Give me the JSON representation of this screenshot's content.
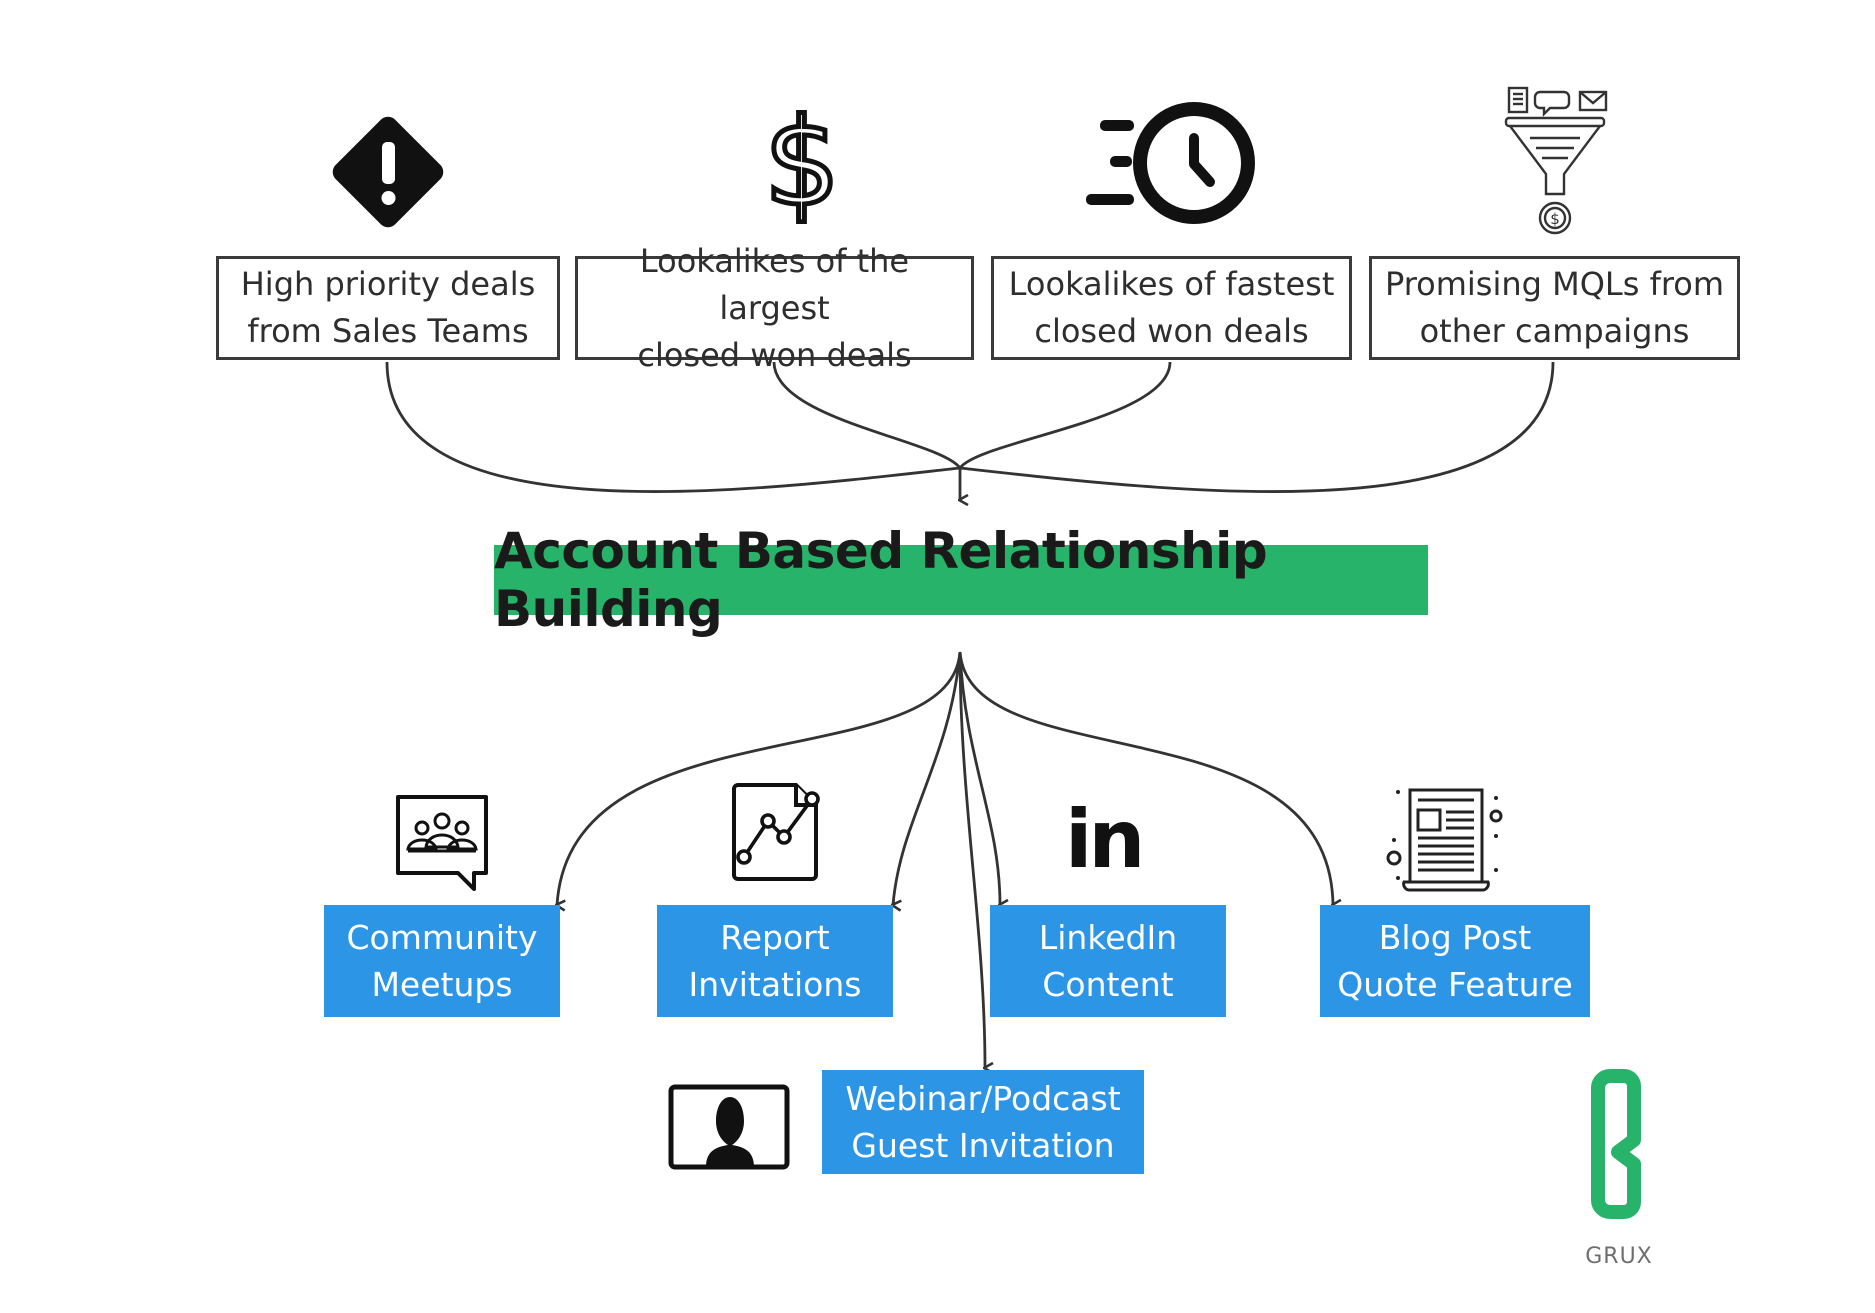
{
  "sources": [
    {
      "label": "High priority deals\nfrom Sales Teams",
      "icon": "warning-diamond-icon"
    },
    {
      "label": "Lookalikes of the largest\nclosed won deals",
      "icon": "dollar-sign-icon"
    },
    {
      "label": "Lookalikes of fastest\nclosed won deals",
      "icon": "fast-clock-icon"
    },
    {
      "label": "Promising MQLs from\nother campaigns",
      "icon": "marketing-funnel-icon"
    }
  ],
  "center": {
    "label": "Account Based Relationship Building",
    "color": "#27b36a"
  },
  "outputs": [
    {
      "label": "Community\nMeetups",
      "icon": "community-chat-icon"
    },
    {
      "label": "Report\nInvitations",
      "icon": "report-chart-icon"
    },
    {
      "label": "LinkedIn\nContent",
      "icon": "linkedin-icon"
    },
    {
      "label": "Blog Post\nQuote Feature",
      "icon": "newspaper-icon"
    },
    {
      "label": "Webinar/Podcast\nGuest Invitation",
      "icon": "video-call-icon"
    }
  ],
  "output_color": "#2d95e6",
  "brand": {
    "name": "GRUX",
    "color": "#27b36a",
    "icon": "grux-logo-icon"
  }
}
